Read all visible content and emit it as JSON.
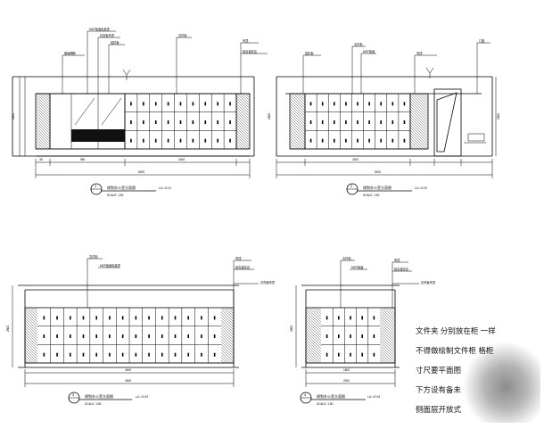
{
  "drawings": [
    {
      "id": "1",
      "title": "规划办公室立面图",
      "scale": "SCALE: 1:50",
      "ref": "LLL-VI-01"
    },
    {
      "id": "2",
      "title": "规划办公室立面图",
      "scale": "SCALE: 1:50",
      "ref": "LLL-VI-02"
    },
    {
      "id": "3",
      "title": "规划办公室立面图",
      "scale": "SCALE: 1:50",
      "ref": "LLL-VI-03"
    },
    {
      "id": "4",
      "title": "规划办公室立面图",
      "scale": "SCALE: 1:50",
      "ref": "LLL-VI-04"
    }
  ],
  "notes": [
    "文件夹 分别放在柜 一样",
    "不得做绘制文件柜 格柜",
    "寸尺要平面图",
    "下方设有备未",
    "侧面层开放式"
  ]
}
